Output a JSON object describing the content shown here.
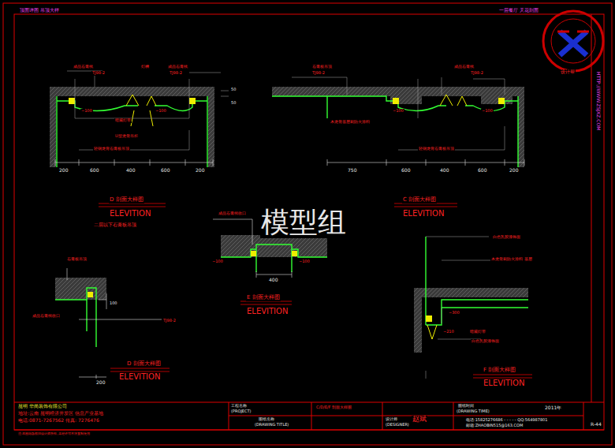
{
  "diagram": {
    "labels": [
      "顶面详图 吊顶大样",
      "一层餐厅 天花剖面",
      "成品石膏线",
      "灯槽",
      "成品石膏线",
      "TJ98-2",
      "TJ98-2",
      "暗藏灯带",
      "~100",
      "~100",
      "轻钢龙骨石膏板吊顶",
      "U型龙骨吊杆",
      "200",
      "600",
      "400",
      "600",
      "200",
      "50",
      "50",
      "D 剖面大样图",
      "ELEVITION",
      "二层以下石膏板吊顶",
      "石膏板吊顶",
      "TJ98-2",
      "成品石膏线",
      "TJ98-2",
      "木龙骨基层刷防火涂料",
      "~100",
      "~100",
      "轻钢龙骨石膏板吊顶",
      "750",
      "600",
      "400",
      "600",
      "200",
      "C 剖面大样图",
      "ELEVITION",
      "成品石膏线收口",
      "~100",
      "~100",
      "400",
      "E 剖面大样图",
      "ELEVITION",
      "石膏板吊顶",
      "100",
      "成品石膏线收口",
      "TJ98-2",
      "200",
      "D 剖面大样图",
      "ELEVITION",
      "白色乳胶漆饰面",
      "木龙骨刷防火涂料 基层",
      "~300",
      "~210",
      "暗藏灯带",
      "白色乳胶漆饰面",
      "F 剖面大样图",
      "ELEVITION",
      "昆明 华尚装饰有限公司",
      "地址:云南 昆明经济开发区 信息产业基地",
      "电话:0871-7267562 传真: 7276476",
      "工程名称",
      "(PROJECT)",
      "图纸名称",
      "(DRAWING TITLE)",
      "C/D/E/F 剖面大样图",
      "设计师",
      "(DESIGNER)",
      "赵斌",
      "图纸时间",
      "(DRAWING TIME)",
      "2011年",
      "电话:15825276686 - - - - - QQ:564987801",
      "邮箱:ZHAOBIN515@163.COM",
      "R-44",
      "注:本图纸版权归设计师所有,未经许可不得复制使用",
      "模型组",
      "设计帮",
      "HTTP://WWW.ZSJXZ.COM"
    ]
  }
}
